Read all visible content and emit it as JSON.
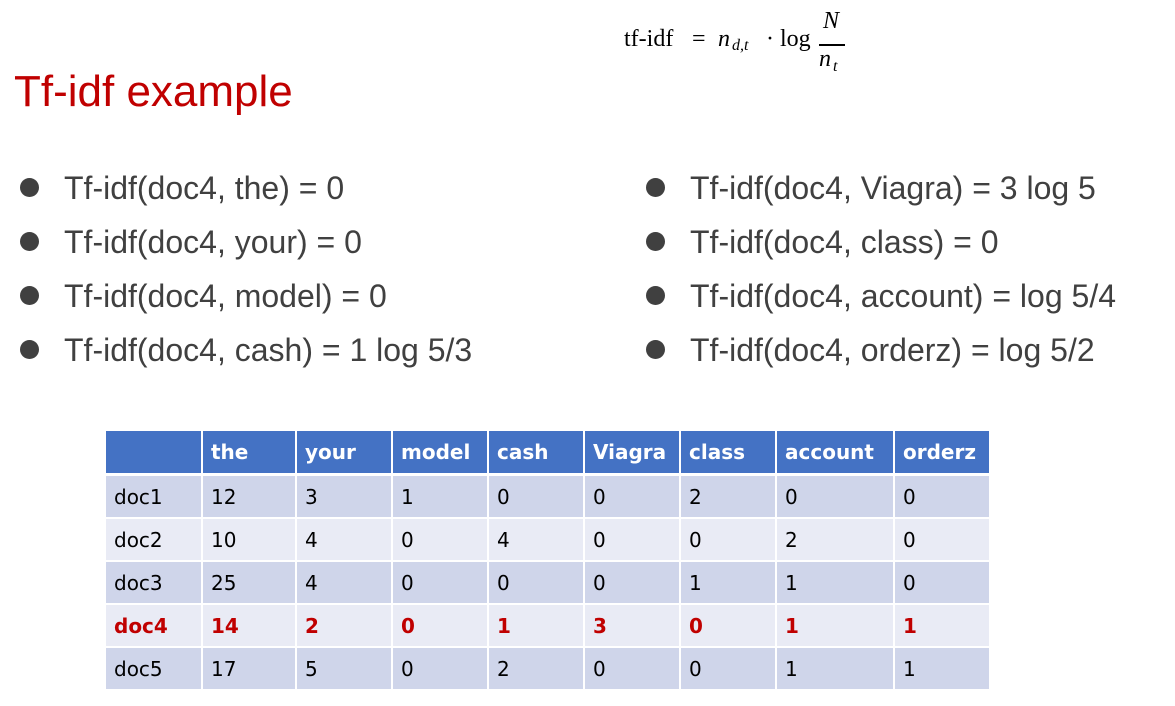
{
  "formula": {
    "lhs": "tf-idf",
    "eq": "=",
    "n": "n",
    "sub": "d,t",
    "dot": "·",
    "log": "log",
    "numerator": "N",
    "den_n": "n",
    "den_sub": "t"
  },
  "title": "Tf-idf example",
  "left_bullets": [
    "Tf-idf(doc4, the) = 0",
    "Tf-idf(doc4, your) = 0",
    "Tf-idf(doc4, model) = 0",
    "Tf-idf(doc4, cash) = 1 log 5/3"
  ],
  "right_bullets": [
    "Tf-idf(doc4, Viagra) = 3 log 5",
    "Tf-idf(doc4, class) = 0",
    "Tf-idf(doc4, account) = log 5/4",
    "Tf-idf(doc4, orderz) = log 5/2"
  ],
  "table": {
    "headers": [
      "",
      "the",
      "your",
      "model",
      "cash",
      "Viagra",
      "class",
      "account",
      "orderz"
    ],
    "rows": [
      [
        "doc1",
        "12",
        "3",
        "1",
        "0",
        "0",
        "2",
        "0",
        "0"
      ],
      [
        "doc2",
        "10",
        "4",
        "0",
        "4",
        "0",
        "0",
        "2",
        "0"
      ],
      [
        "doc3",
        "25",
        "4",
        "0",
        "0",
        "0",
        "1",
        "1",
        "0"
      ],
      [
        "doc4",
        "14",
        "2",
        "0",
        "1",
        "3",
        "0",
        "1",
        "1"
      ],
      [
        "doc5",
        "17",
        "5",
        "0",
        "2",
        "0",
        "0",
        "1",
        "1"
      ]
    ],
    "highlight_row": 3,
    "highlight_color": "#c00000",
    "header_color": "#4472c4"
  }
}
